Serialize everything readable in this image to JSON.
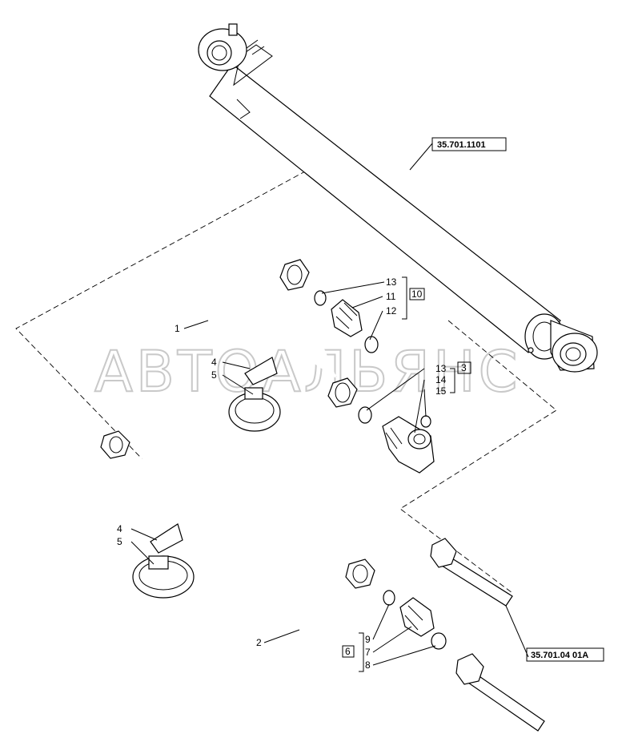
{
  "watermark": "АВТОАЛЬЯНС",
  "refs": {
    "cylinder": "35.701.1101",
    "pipe_assembly": "35.701.04 01A"
  },
  "callouts": {
    "c1": "1",
    "c2": "2",
    "c13a": "13",
    "c11": "11",
    "c12": "12",
    "g10": "10",
    "c4a": "4",
    "c5a": "5",
    "c13b": "13",
    "c14": "14",
    "c15": "15",
    "g3": "3",
    "c4b": "4",
    "c5b": "5",
    "c9": "9",
    "c7": "7",
    "c8": "8",
    "g6": "6"
  }
}
